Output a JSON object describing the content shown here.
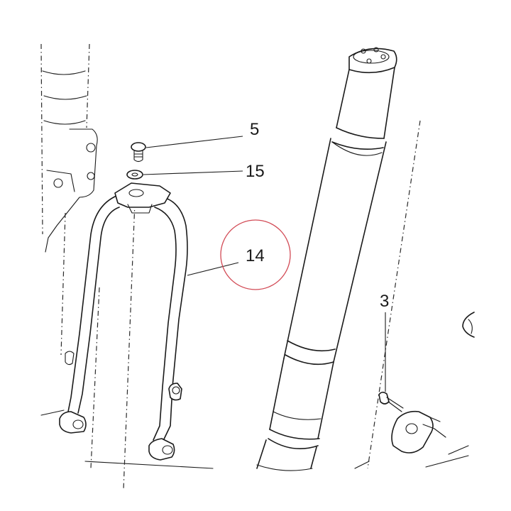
{
  "callouts": [
    {
      "id": "5",
      "label": "5"
    },
    {
      "id": "15",
      "label": "15"
    },
    {
      "id": "14",
      "label": "14"
    },
    {
      "id": "3",
      "label": "3"
    }
  ],
  "highlight": {
    "callout": "14",
    "color": "#d24a55"
  },
  "parts": {
    "fork-brace": "14",
    "brace-bolt": "5",
    "washer": "15",
    "brake-hose-clamp-bolt": "3"
  }
}
